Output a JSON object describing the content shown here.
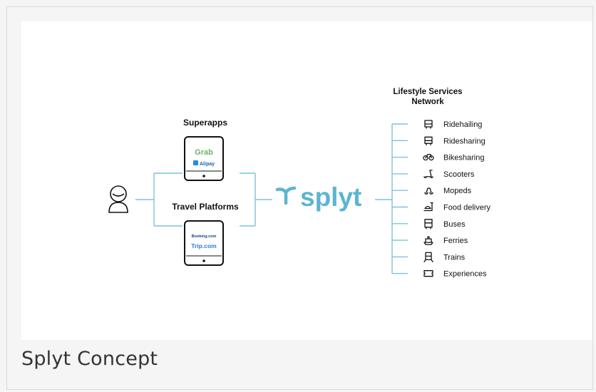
{
  "caption": "Splyt Concept",
  "brand": {
    "name": "splyt",
    "color": "#5bb5d1"
  },
  "colors": {
    "line": "#7cc3d8",
    "text": "#111111"
  },
  "left": {
    "user_icon": "person-icon",
    "superapps": {
      "title": "Superapps",
      "apps": [
        "Grab",
        "Alipay"
      ]
    },
    "travel": {
      "title": "Travel Platforms",
      "apps": [
        "Booking.com",
        "Trip.com"
      ]
    }
  },
  "network": {
    "title_line1": "Lifestyle Services",
    "title_line2": "Network",
    "items": [
      {
        "label": "Ridehailing",
        "icon": "car-front-icon"
      },
      {
        "label": "Ridesharing",
        "icon": "car-front-icon"
      },
      {
        "label": "Bikesharing",
        "icon": "bicycle-icon"
      },
      {
        "label": "Scooters",
        "icon": "scooter-icon"
      },
      {
        "label": "Mopeds",
        "icon": "moped-icon"
      },
      {
        "label": "Food delivery",
        "icon": "food-delivery-icon"
      },
      {
        "label": "Buses",
        "icon": "bus-icon"
      },
      {
        "label": "Ferries",
        "icon": "ferry-icon"
      },
      {
        "label": "Trains",
        "icon": "train-icon"
      },
      {
        "label": "Experiences",
        "icon": "ticket-icon"
      }
    ]
  }
}
